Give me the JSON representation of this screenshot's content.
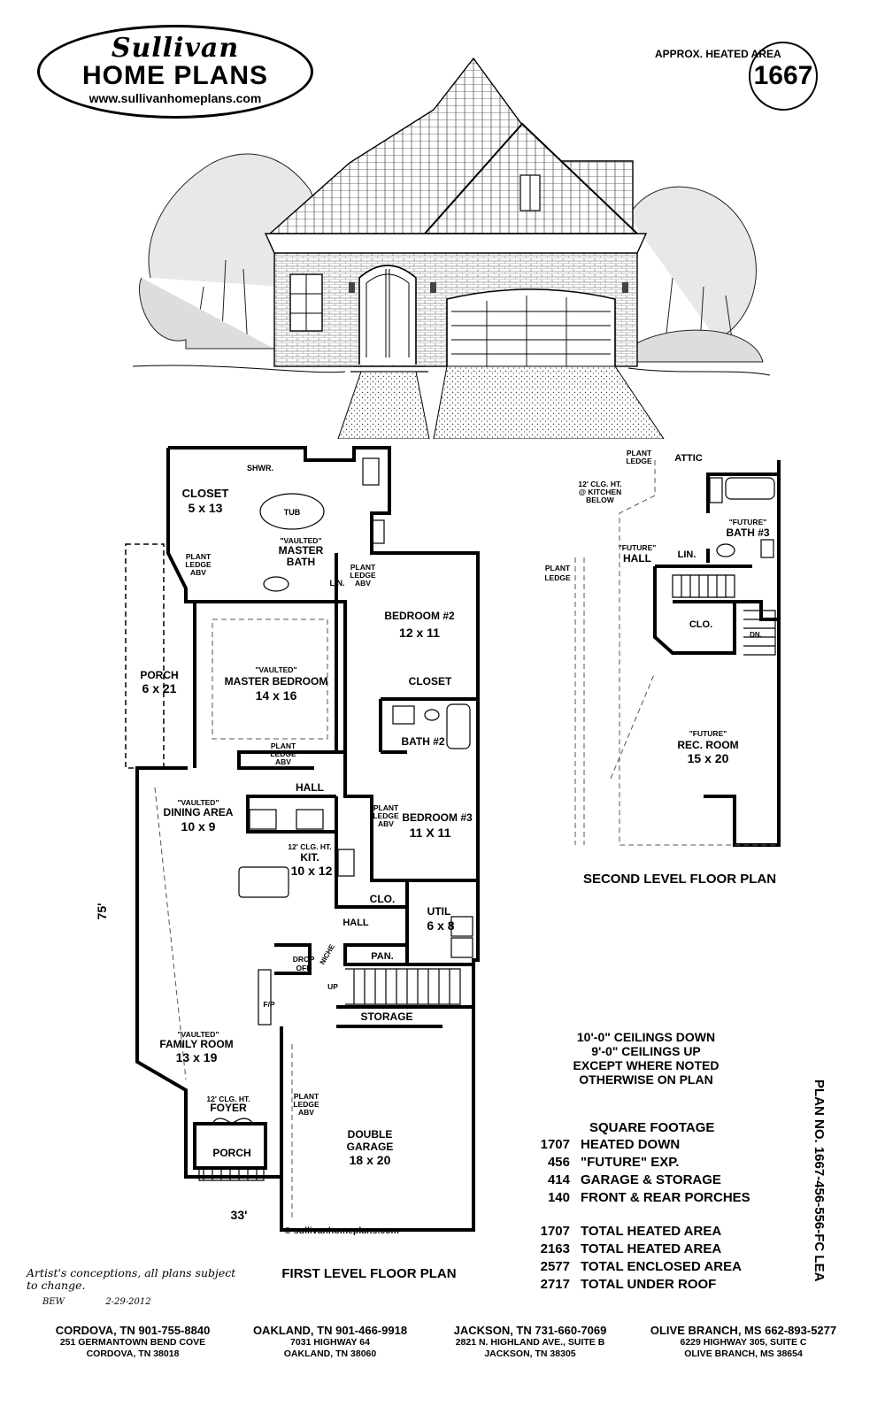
{
  "logo": {
    "script": "Sullivan",
    "name": "HOME PLANS",
    "url": "www.sullivanhomeplans.com"
  },
  "heated_area": {
    "label": "APPROX. HEATED AREA",
    "value": "1667"
  },
  "first_level": {
    "title": "FIRST LEVEL FLOOR PLAN",
    "rooms": {
      "closet": "CLOSET",
      "closet_size": "5 x 13",
      "shwr": "SHWR.",
      "tub": "TUB",
      "master_bath_vaulted": "\"VAULTED\"",
      "master_bath": "MASTER",
      "master_bath_2": "BATH",
      "plant_ledge": "PLANT",
      "ledge": "LEDGE",
      "abv": "ABV",
      "lin": "LIN.",
      "bed2": "BEDROOM #2",
      "bed2_size": "12 x 11",
      "porch_side": "PORCH",
      "porch_side_size": "6 x 21",
      "mbed_vaulted": "\"VAULTED\"",
      "mbed": "MASTER BEDROOM",
      "mbed_size": "14 x 16",
      "closet2": "CLOSET",
      "bath2": "BATH #2",
      "hall": "HALL",
      "dining_vaulted": "\"VAULTED\"",
      "dining": "DINING AREA",
      "dining_size": "10 x 9",
      "kit_clg": "12' CLG. HT.",
      "kit": "KIT.",
      "kit_size": "10 x 12",
      "bed3": "BEDROOM #3",
      "bed3_size": "11 X 11",
      "clo": "CLO.",
      "util": "UTIL",
      "util_size": "6 x 8",
      "hall2": "HALL",
      "niche": "NICHE",
      "pan": "PAN.",
      "drop": "DROP",
      "off": "OFF",
      "up": "UP",
      "fp": "F/P",
      "storage": "STORAGE",
      "family_vaulted": "\"VAULTED\"",
      "family": "FAMILY ROOM",
      "family_size": "13 x 19",
      "foyer_clg": "12' CLG. HT.",
      "foyer": "FOYER",
      "porch_front": "PORCH",
      "garage": "DOUBLE",
      "garage_2": "GARAGE",
      "garage_size": "18 x 20",
      "copyright": "© sullivanhomeplans.com",
      "dim_depth": "75'",
      "dim_width": "33'"
    }
  },
  "second_level": {
    "title": "SECOND LEVEL FLOOR PLAN",
    "rooms": {
      "plant": "PLANT",
      "ledge": "LEDGE",
      "attic": "ATTIC",
      "clg": "12' CLG. HT.",
      "clg2": "@ KITCHEN",
      "clg3": "BELOW",
      "future_bath": "\"FUTURE\"",
      "bath3": "BATH #3",
      "future_hall": "\"FUTURE\"",
      "hall": "HALL",
      "lin": "LIN.",
      "plant2": "PLANT",
      "ledge2": "LEDGE",
      "clo": "CLO.",
      "dn": "DN.",
      "future_rec": "\"FUTURE\"",
      "rec": "REC. ROOM",
      "rec_size": "15 x 20"
    }
  },
  "notes": [
    "10'-0\" CEILINGS DOWN",
    "9'-0\" CEILINGS UP",
    "EXCEPT WHERE NOTED",
    "OTHERWISE ON PLAN"
  ],
  "square_footage": {
    "title": "SQUARE FOOTAGE",
    "rows": [
      {
        "n": "1707",
        "label": "HEATED DOWN"
      },
      {
        "n": "456",
        "label": "\"FUTURE\" EXP."
      },
      {
        "n": "414",
        "label": "GARAGE & STORAGE"
      },
      {
        "n": "140",
        "label": "FRONT & REAR PORCHES"
      }
    ],
    "totals": [
      {
        "n": "1707",
        "label": "TOTAL HEATED AREA"
      },
      {
        "n": "2163",
        "label": "TOTAL HEATED AREA"
      },
      {
        "n": "2577",
        "label": "TOTAL ENCLOSED AREA"
      },
      {
        "n": "2717",
        "label": "TOTAL UNDER ROOF"
      }
    ]
  },
  "plan_number": "PLAN NO. 1667-456-556-FC LEA",
  "disclaimer": "Artist's conceptions, all plans subject to change.",
  "signature": {
    "initials": "BEW",
    "date": "2-29-2012"
  },
  "offices": [
    {
      "title": "CORDOVA, TN   901-755-8840",
      "line1": "251 GERMANTOWN BEND COVE",
      "line2": "CORDOVA, TN 38018"
    },
    {
      "title": "OAKLAND, TN   901-466-9918",
      "line1": "7031 HIGHWAY 64",
      "line2": "OAKLAND, TN 38060"
    },
    {
      "title": "JACKSON, TN   731-660-7069",
      "line1": "2821 N. HIGHLAND AVE., SUITE B",
      "line2": "JACKSON, TN 38305"
    },
    {
      "title": "OLIVE BRANCH, MS   662-893-5277",
      "line1": "6229 HIGHWAY 305, SUITE C",
      "line2": "OLIVE BRANCH, MS 38654"
    }
  ]
}
